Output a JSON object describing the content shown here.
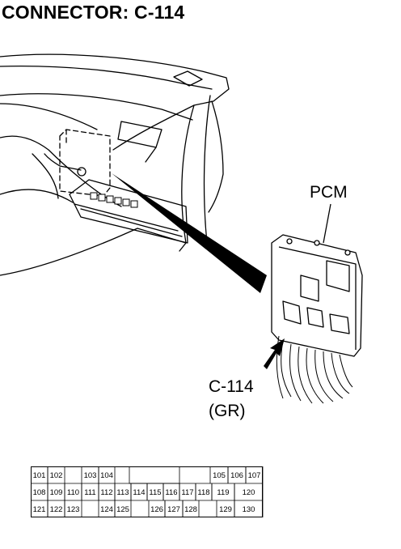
{
  "title": "CONNECTOR: C-114",
  "labels": {
    "pcm": "PCM",
    "connector_id": "C-114",
    "connector_color": "(GR)"
  },
  "pinout": {
    "rows": [
      [
        "101",
        "102",
        "",
        "103",
        "104",
        "",
        "",
        "",
        "",
        "",
        "",
        "105",
        "106",
        "107"
      ],
      [
        "108",
        "109",
        "110",
        "111",
        "112",
        "113",
        "114",
        "115",
        "116",
        "117",
        "118",
        "119",
        "120"
      ],
      [
        "121",
        "122",
        "123",
        "",
        "124",
        "125",
        "",
        "126",
        "127",
        "128",
        "",
        "129",
        "130"
      ]
    ]
  }
}
